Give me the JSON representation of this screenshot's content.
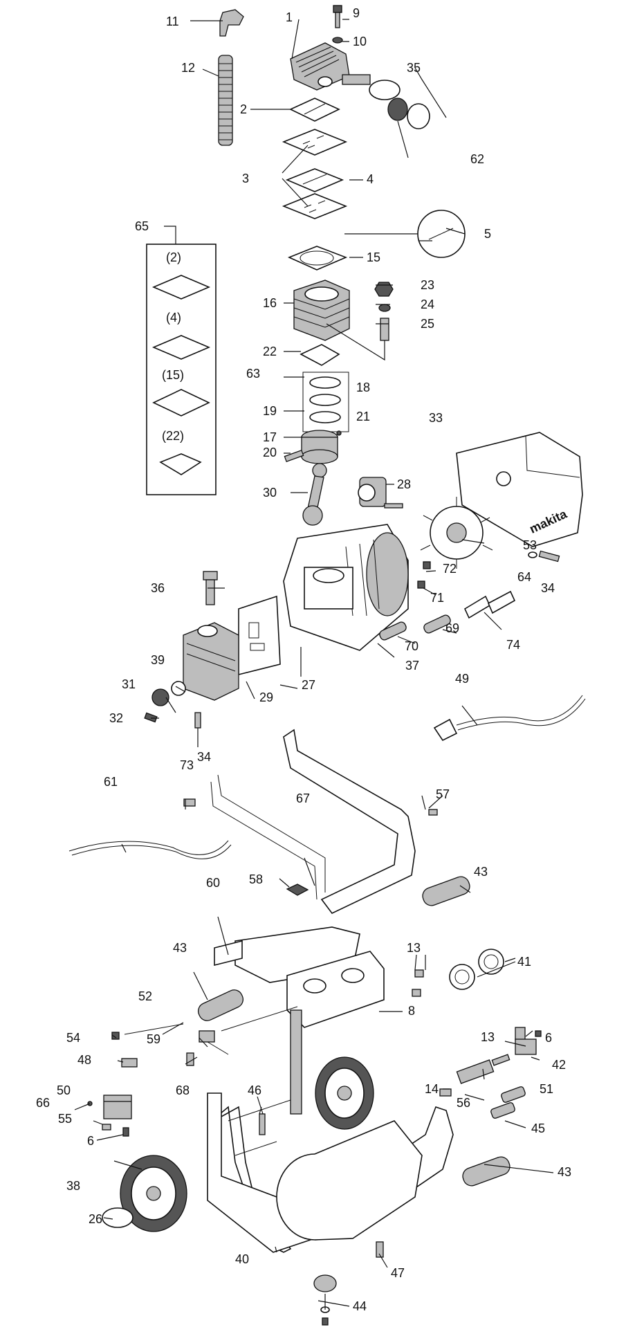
{
  "callouts": [
    {
      "id": "c1",
      "text": "1"
    },
    {
      "id": "c2",
      "text": "2"
    },
    {
      "id": "c3",
      "text": "3"
    },
    {
      "id": "c4",
      "text": "4"
    },
    {
      "id": "c5",
      "text": "5"
    },
    {
      "id": "c6a",
      "text": "6"
    },
    {
      "id": "c6b",
      "text": "6"
    },
    {
      "id": "c8",
      "text": "8"
    },
    {
      "id": "c9",
      "text": "9"
    },
    {
      "id": "c10",
      "text": "10"
    },
    {
      "id": "c11",
      "text": "11"
    },
    {
      "id": "c12",
      "text": "12"
    },
    {
      "id": "c13a",
      "text": "13"
    },
    {
      "id": "c13b",
      "text": "13"
    },
    {
      "id": "c14",
      "text": "14"
    },
    {
      "id": "c15",
      "text": "15"
    },
    {
      "id": "c16",
      "text": "16"
    },
    {
      "id": "c17",
      "text": "17"
    },
    {
      "id": "c18",
      "text": "18"
    },
    {
      "id": "c19",
      "text": "19"
    },
    {
      "id": "c20",
      "text": "20"
    },
    {
      "id": "c21",
      "text": "21"
    },
    {
      "id": "c22",
      "text": "22"
    },
    {
      "id": "c23",
      "text": "23"
    },
    {
      "id": "c24",
      "text": "24"
    },
    {
      "id": "c25",
      "text": "25"
    },
    {
      "id": "c26",
      "text": "26"
    },
    {
      "id": "c27",
      "text": "27"
    },
    {
      "id": "c28",
      "text": "28"
    },
    {
      "id": "c29",
      "text": "29"
    },
    {
      "id": "c30",
      "text": "30"
    },
    {
      "id": "c31",
      "text": "31"
    },
    {
      "id": "c32",
      "text": "32"
    },
    {
      "id": "c33",
      "text": "33"
    },
    {
      "id": "c34a",
      "text": "34"
    },
    {
      "id": "c34b",
      "text": "34"
    },
    {
      "id": "c35",
      "text": "35"
    },
    {
      "id": "c36",
      "text": "36"
    },
    {
      "id": "c37",
      "text": "37"
    },
    {
      "id": "c38",
      "text": "38"
    },
    {
      "id": "c39",
      "text": "39"
    },
    {
      "id": "c40",
      "text": "40"
    },
    {
      "id": "c41",
      "text": "41"
    },
    {
      "id": "c42",
      "text": "42"
    },
    {
      "id": "c43a",
      "text": "43"
    },
    {
      "id": "c43b",
      "text": "43"
    },
    {
      "id": "c43c",
      "text": "43"
    },
    {
      "id": "c44",
      "text": "44"
    },
    {
      "id": "c45",
      "text": "45"
    },
    {
      "id": "c46",
      "text": "46"
    },
    {
      "id": "c47",
      "text": "47"
    },
    {
      "id": "c48",
      "text": "48"
    },
    {
      "id": "c49",
      "text": "49"
    },
    {
      "id": "c50",
      "text": "50"
    },
    {
      "id": "c51",
      "text": "51"
    },
    {
      "id": "c52",
      "text": "52"
    },
    {
      "id": "c53",
      "text": "53"
    },
    {
      "id": "c54",
      "text": "54"
    },
    {
      "id": "c55",
      "text": "55"
    },
    {
      "id": "c56",
      "text": "56"
    },
    {
      "id": "c57",
      "text": "57"
    },
    {
      "id": "c58",
      "text": "58"
    },
    {
      "id": "c59",
      "text": "59"
    },
    {
      "id": "c60",
      "text": "60"
    },
    {
      "id": "c61",
      "text": "61"
    },
    {
      "id": "c62",
      "text": "62"
    },
    {
      "id": "c63",
      "text": "63"
    },
    {
      "id": "c64",
      "text": "64"
    },
    {
      "id": "c65",
      "text": "65"
    },
    {
      "id": "c66",
      "text": "66"
    },
    {
      "id": "c67",
      "text": "67"
    },
    {
      "id": "c68",
      "text": "68"
    },
    {
      "id": "c69",
      "text": "69"
    },
    {
      "id": "c70",
      "text": "70"
    },
    {
      "id": "c71",
      "text": "71"
    },
    {
      "id": "c72",
      "text": "72"
    },
    {
      "id": "c73",
      "text": "73"
    },
    {
      "id": "c74",
      "text": "74"
    }
  ],
  "kit_box": {
    "items": [
      {
        "text": "(2)"
      },
      {
        "text": "(4)"
      },
      {
        "text": "(15)"
      },
      {
        "text": "(22)"
      }
    ]
  },
  "shroud_logo": "makita"
}
